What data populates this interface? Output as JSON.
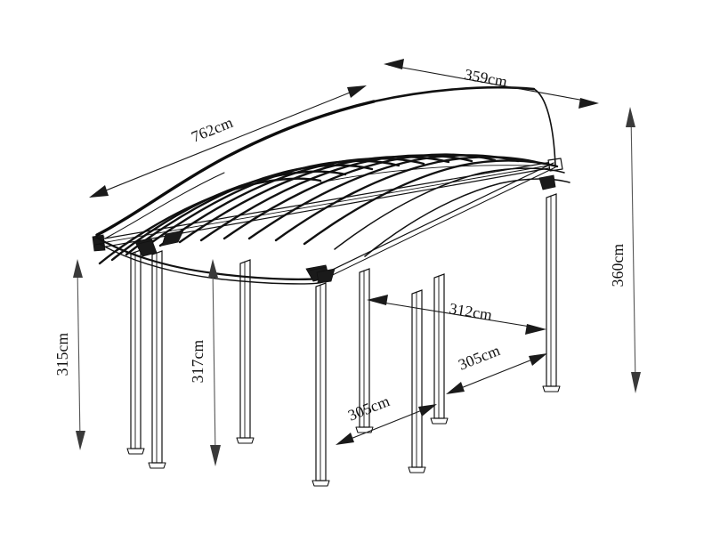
{
  "drawing": {
    "title": "Carport technical dimension drawing",
    "subject": "arched-roof carport",
    "units": "cm",
    "line_color": "#111111",
    "background_color": "#ffffff"
  },
  "dimensions": {
    "length": {
      "label": "762cm",
      "value": 762,
      "unit": "cm",
      "name": "overall-length"
    },
    "width": {
      "label": "359cm",
      "value": 359,
      "unit": "cm",
      "name": "overall-width"
    },
    "height_right": {
      "label": "360cm",
      "value": 360,
      "unit": "cm",
      "name": "right-eave-height"
    },
    "height_left": {
      "label": "315cm",
      "value": 315,
      "unit": "cm",
      "name": "left-eave-height"
    },
    "height_center": {
      "label": "317cm",
      "value": 317,
      "unit": "cm",
      "name": "arch-apex-height"
    },
    "span_cross": {
      "label": "312cm",
      "value": 312,
      "unit": "cm",
      "name": "cross-post-spacing"
    },
    "span_bay_rear": {
      "label": "305cm",
      "value": 305,
      "unit": "cm",
      "name": "rear-bay-post-spacing"
    },
    "span_bay_front": {
      "label": "305cm",
      "value": 305,
      "unit": "cm",
      "name": "front-bay-post-spacing"
    }
  },
  "structure": {
    "roof": "curved arched polycarbonate roof with transverse ribs",
    "rib_count": 13,
    "post_count": 8,
    "beam": "side gutter beam"
  }
}
